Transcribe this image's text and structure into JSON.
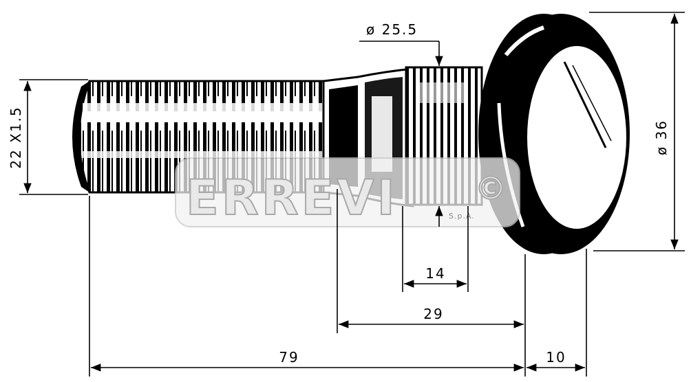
{
  "drawing": {
    "part": "wheel stud with knurled shank and round head",
    "colors": {
      "ink": "#000000",
      "paper": "#ffffff",
      "watermark": "#e9e9e9"
    }
  },
  "dimensions": {
    "thread": "22 X1.5",
    "knurl_diameter": "ø 25.5",
    "head_diameter": "ø 36",
    "knurl_length": "14",
    "shank_length": "29",
    "total_length": "79",
    "head_thickness": "10"
  },
  "watermark": {
    "brand": "ERREVI",
    "registered_mark": "©",
    "company_suffix": "S.p.A."
  }
}
